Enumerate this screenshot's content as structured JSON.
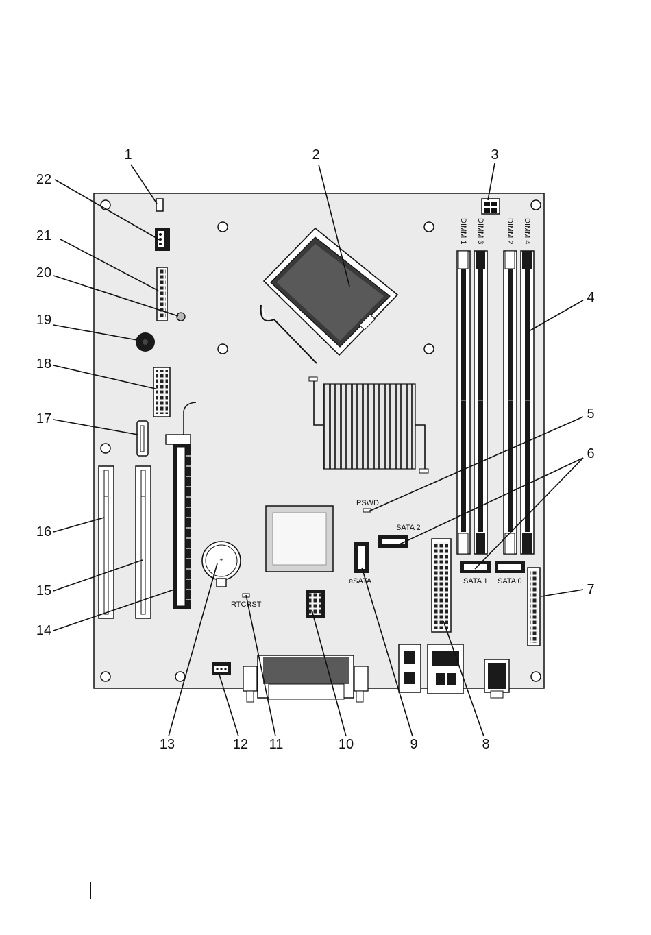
{
  "callouts": {
    "c1": "1",
    "c2": "2",
    "c3": "3",
    "c4": "4",
    "c5": "5",
    "c6": "6",
    "c7": "7",
    "c8": "8",
    "c9": "9",
    "c10": "10",
    "c11": "11",
    "c12": "12",
    "c13": "13",
    "c14": "14",
    "c15": "15",
    "c16": "16",
    "c17": "17",
    "c18": "18",
    "c19": "19",
    "c20": "20",
    "c21": "21",
    "c22": "22"
  },
  "board_labels": {
    "dimm1": "DIMM 1",
    "dimm3": "DIMM 3",
    "dimm2": "DIMM 2",
    "dimm4": "DIMM 4",
    "pswd": "PSWD",
    "sata2": "SATA 2",
    "sata1": "SATA 1",
    "sata0": "SATA 0",
    "esata": "eSATA",
    "rtcrst": "RTCRST"
  },
  "colors": {
    "board": "#ebebeb",
    "line": "#111111",
    "slot_dark": "#1a1a1a"
  }
}
